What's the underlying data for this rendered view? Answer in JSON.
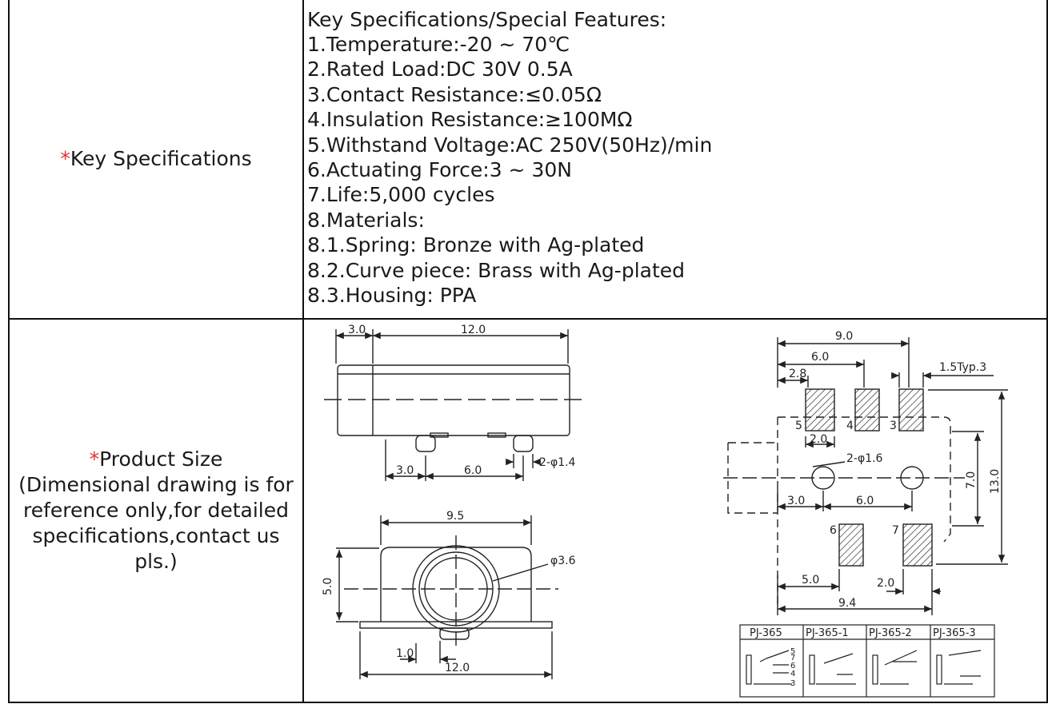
{
  "rows": [
    {
      "label_star": "*",
      "label": "Key Specifications",
      "lines": [
        "Key Specifications/Special Features:",
        "1.Temperature:-20 ~ 70℃",
        "2.Rated Load:DC 30V 0.5A",
        "3.Contact Resistance:≤0.05Ω",
        "4.Insulation Resistance:≥100MΩ",
        "5.Withstand Voltage:AC 250V(50Hz)/min",
        "6.Actuating Force:3 ~ 30N",
        "7.Life:5,000 cycles",
        "8.Materials:",
        "8.1.Spring: Bronze with Ag-plated",
        "8.2.Curve piece: Brass with Ag-plated",
        "8.3.Housing: PPA"
      ]
    },
    {
      "label_star": "*",
      "label": "Product Size",
      "note_lines": [
        "(Dimensional drawing is for",
        "reference only,for detailed",
        "specifications,contact us pls.)"
      ]
    }
  ],
  "drawing": {
    "side_view": {
      "dim_a": "3.0",
      "dim_b": "12.0",
      "dim_c": "3.0",
      "dim_d": "6.0",
      "pin": "2-φ1.4"
    },
    "front_view": {
      "width_top": "9.5",
      "hole": "φ3.6",
      "height": "5.0",
      "pin": "1.0",
      "width_bottom": "12.0"
    },
    "footprint": {
      "w_total": "9.0",
      "w_6": "6.0",
      "w_28": "2.8",
      "pad": "1.5Typ.3",
      "p5": "5",
      "p4": "4",
      "p3": "3",
      "p6": "6",
      "p7": "7",
      "pad_w": "2.0",
      "holes": "2-φ1.6",
      "d30": "3.0",
      "d60": "6.0",
      "h70": "7.0",
      "h130": "13.0",
      "d50": "5.0",
      "d20": "2.0",
      "w94": "9.4"
    },
    "variants": [
      "PJ-365",
      "PJ-365-1",
      "PJ-365-2",
      "PJ-365-3"
    ],
    "pin_nums": [
      "5",
      "7",
      "6",
      "4",
      "3"
    ]
  }
}
